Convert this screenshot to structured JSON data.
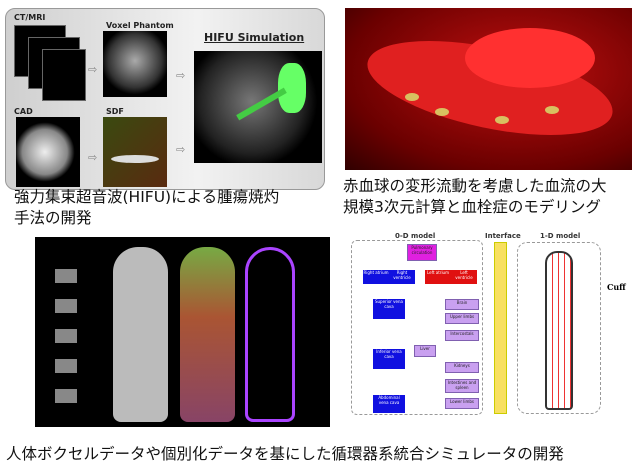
{
  "panels": [
    {
      "labels": {
        "ct_mri": "CT/MRI",
        "voxel": "Voxel Phantom",
        "cad": "CAD",
        "sdf": "SDF",
        "sim": "HIFU Simulation"
      },
      "caption_line1": "強力集束超音波(HIFU)による腫瘍焼灼",
      "caption_line2": "手法の開発"
    },
    {
      "caption_line1": "赤血球の変形流動を考慮した血流の大",
      "caption_line2": "規模3次元計算と血栓症のモデリング"
    },
    {},
    {
      "labels": {
        "model0d": "0-D model",
        "interface": "Interface",
        "model1d": "1-D model",
        "cuff": "Cuff",
        "pulmonary": "Pulmonary circulation",
        "right_atrium": "Right atrium",
        "right_ventricle": "Right ventricle",
        "left_atrium": "Left atrium",
        "left_ventricle": "Left ventricle",
        "superior": "Superior vena cava",
        "inferior": "Inferior vena cava",
        "abdominal": "Abdominal vena cava",
        "brain": "Brain",
        "upper": "Upper limbs",
        "intercostals": "Intercostals",
        "liver": "Liver",
        "kidneys": "Kidneys",
        "intestines": "Intestines and spleen",
        "lower": "Lower limbs"
      }
    }
  ],
  "bottom_caption": "人体ボクセルデータや個別化データを基にした循環器系統合シミュレータの開発"
}
